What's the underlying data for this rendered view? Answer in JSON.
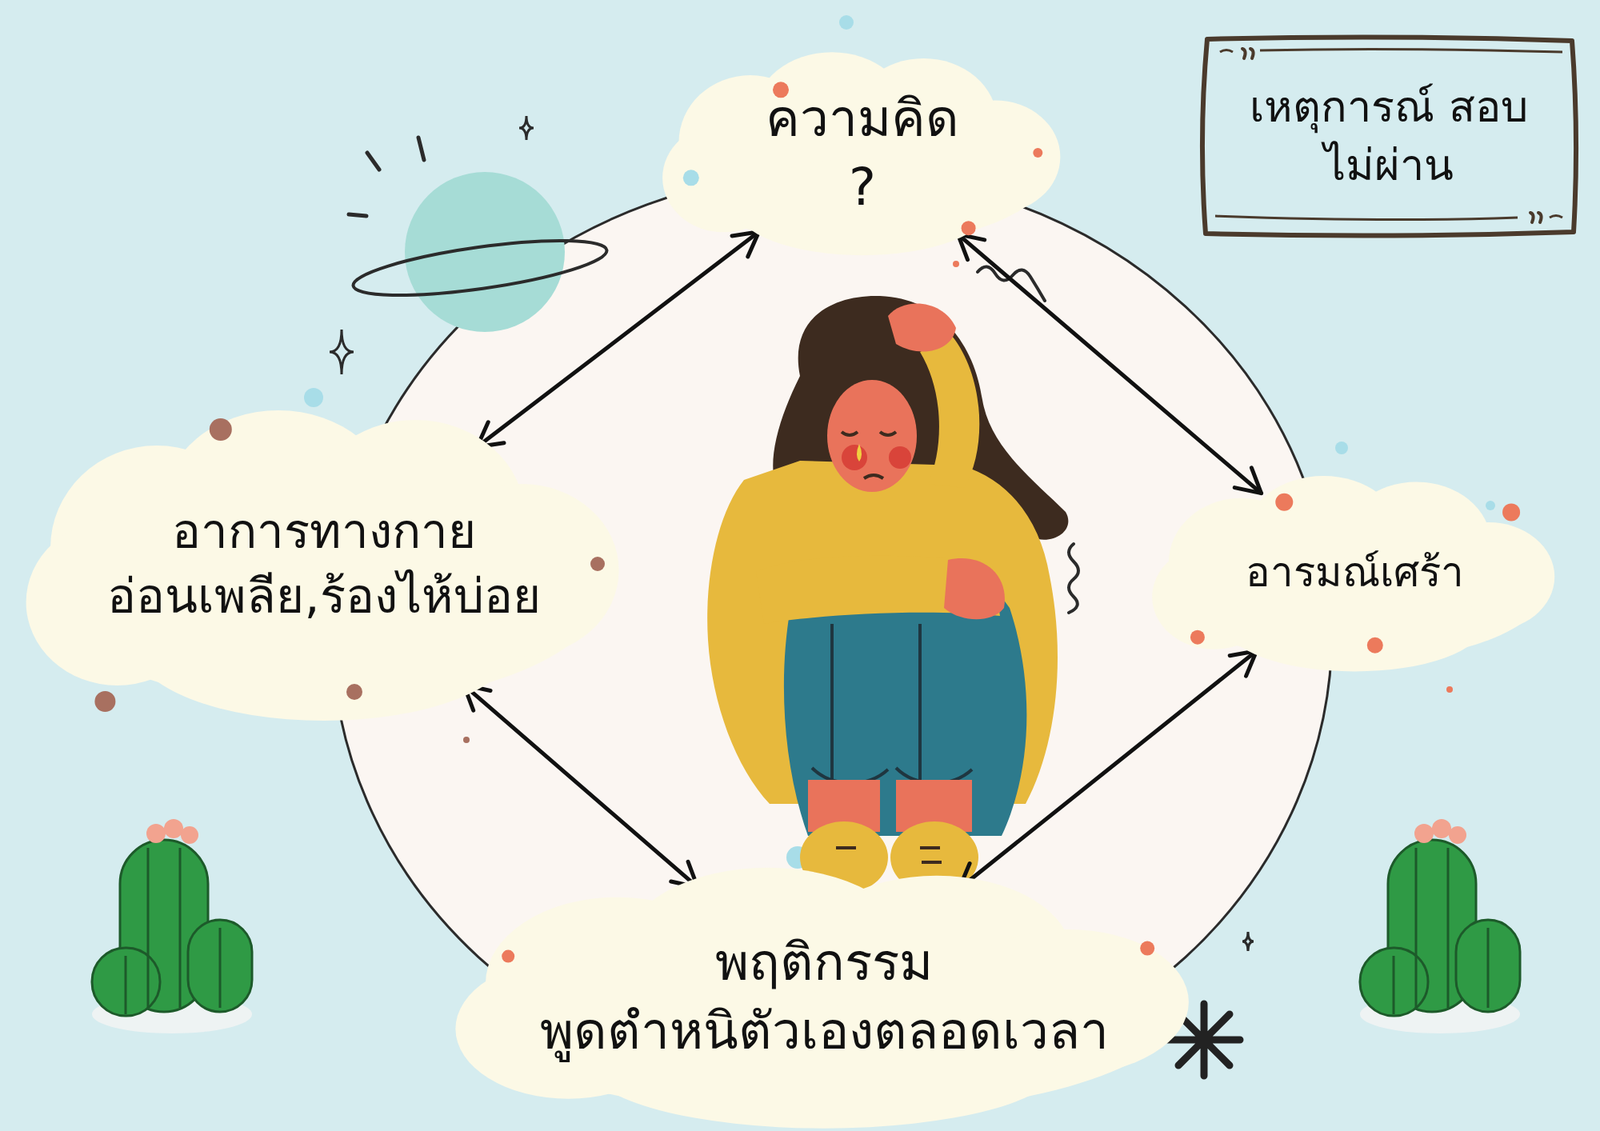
{
  "diagram": {
    "nodes": [
      {
        "text": [
          "ความคิด",
          "?"
        ]
      },
      {
        "text": [
          "เหตุการณ์ สอบไม่ผ่าน"
        ]
      },
      {
        "text": [
          "อาการทางกาย",
          "อ่อนเพลีย,ร้องไห้บ่อย"
        ]
      },
      {
        "text": [
          "อารมณ์เศร้า"
        ]
      },
      {
        "text": [
          "พฤติกรรม",
          "พูดตำหนิตัวเองตลอดเวลา"
        ]
      }
    ],
    "edges": [
      {
        "from": 0,
        "to": 2,
        "arrow": "both"
      },
      {
        "from": 0,
        "to": 3,
        "arrow": "both"
      },
      {
        "from": 2,
        "to": 4,
        "arrow": "both"
      },
      {
        "from": 3,
        "to": 4,
        "arrow": "both"
      }
    ]
  }
}
